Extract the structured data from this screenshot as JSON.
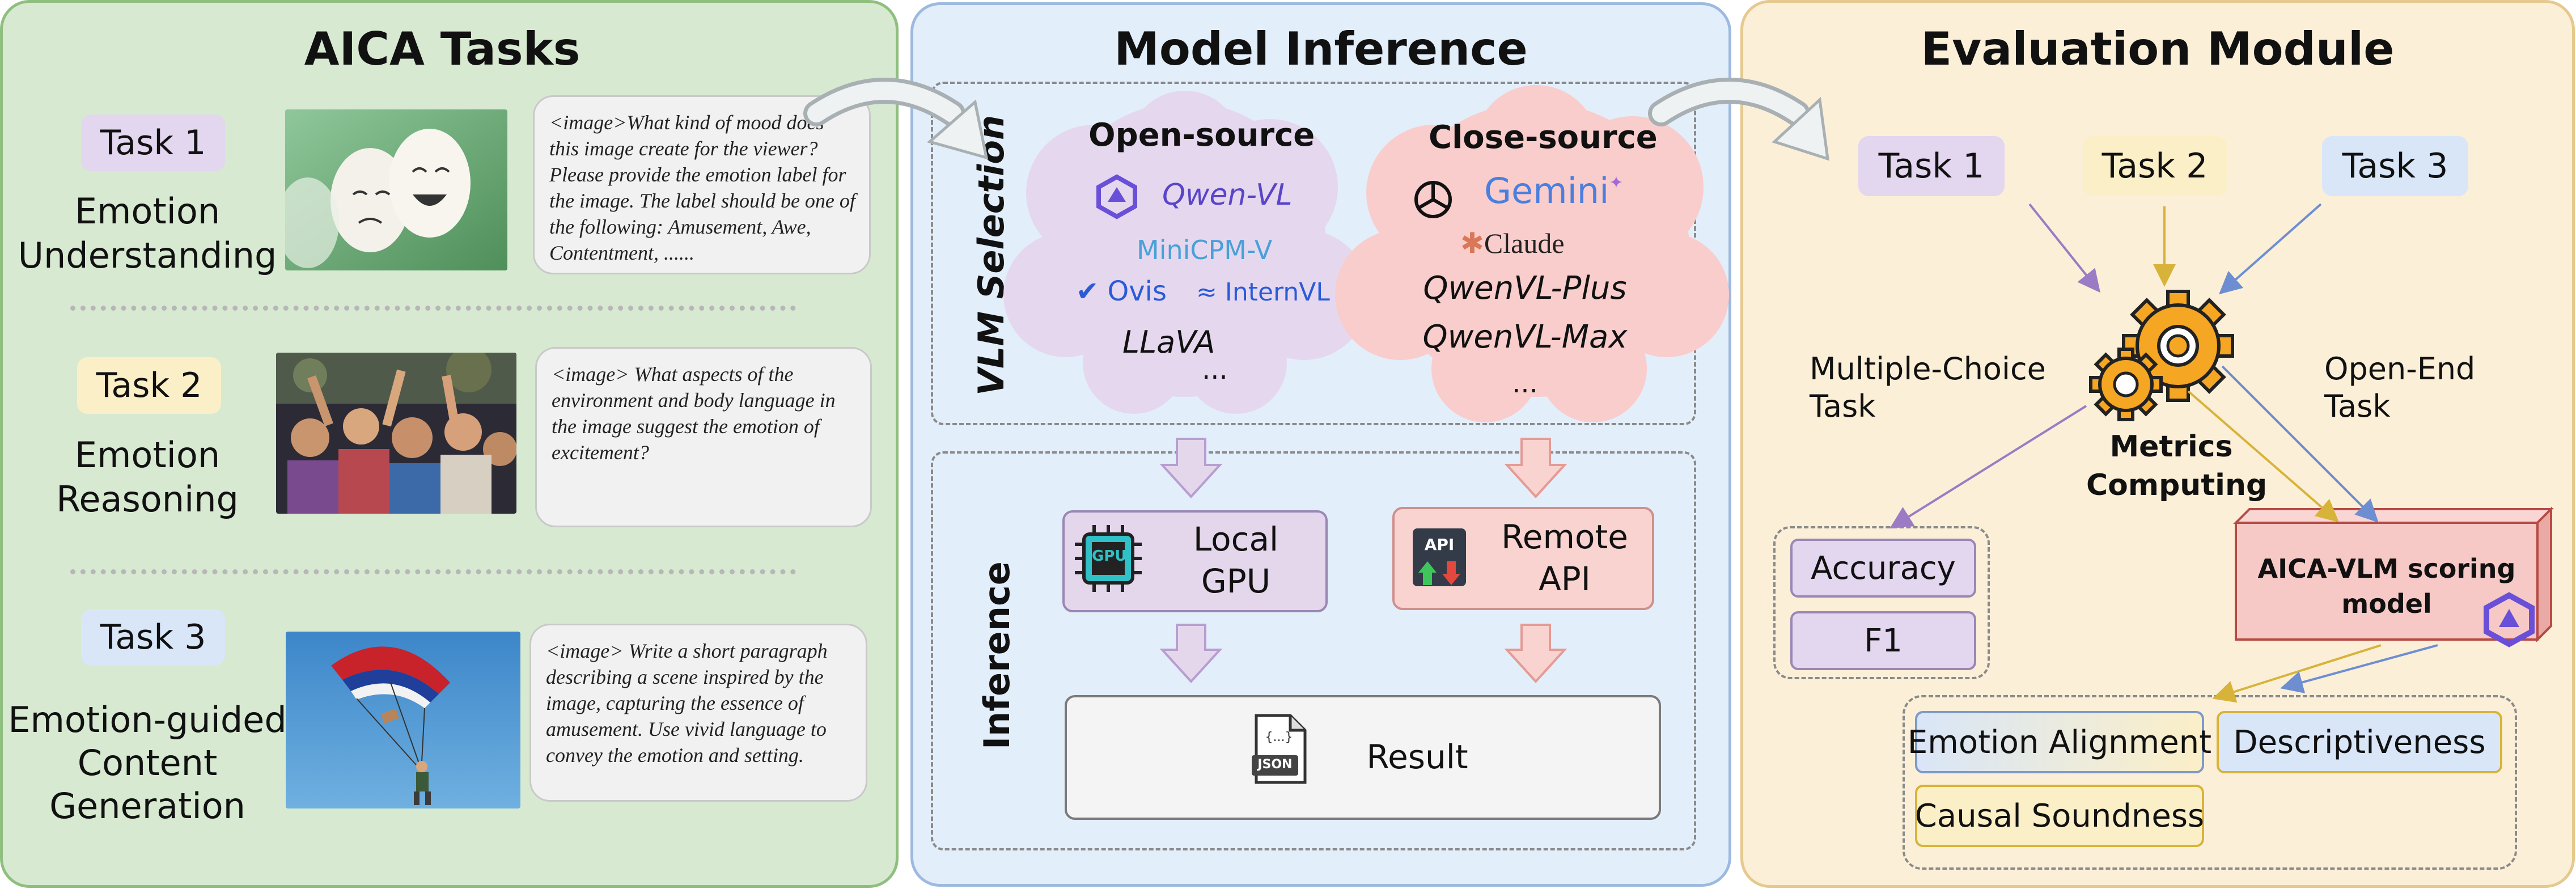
{
  "colors": {
    "left_panel_bg": "#d7e9d1",
    "left_panel_border": "#8fbf7f",
    "mid_panel_bg": "#e3eefb",
    "mid_panel_border": "#9db9df",
    "right_panel_bg": "#fcefd8",
    "right_panel_border": "#e6c98e",
    "task1": "#e3d6ef",
    "task2": "#fbefc7",
    "task3": "#d9e6f8",
    "cloud_open": "#e5d8ee",
    "cloud_close": "#f9cdcc",
    "local_box": "#e4d7ec",
    "remote_box": "#f8d3d0",
    "scoring_box": "#f6c9c6",
    "arrow_purple": "#9b7bc4",
    "arrow_yellow": "#d8b33a",
    "arrow_blue": "#6d8ed1",
    "gear": "#f5a623"
  },
  "aica": {
    "title": "AICA Tasks",
    "tasks": [
      {
        "chip": "Task 1",
        "name": [
          "Emotion",
          "Understanding"
        ],
        "prompt": "<image>What kind of mood does this image create for the viewer? Please provide the emotion label for the image. The label should be one of the following: Amusement, Awe, Contentment, ......"
      },
      {
        "chip": "Task 2",
        "name": [
          "Emotion",
          "Reasoning"
        ],
        "prompt": "<image> What aspects of the environment and body language in the image suggest the emotion of excitement?"
      },
      {
        "chip": "Task 3",
        "name": [
          "Emotion-guided",
          "Content",
          "Generation"
        ],
        "prompt": "<image> Write a short paragraph describing a scene inspired by the image, capturing the essence of amusement. Use vivid language to convey the emotion and setting."
      }
    ]
  },
  "inference": {
    "title": "Model Inference",
    "vlm_selection_label": "VLM Selection",
    "inference_label": "Inference",
    "open_source": {
      "heading": "Open-source",
      "models": [
        "Qwen-VL",
        "MiniCPM-V",
        "Ovis",
        "InternVL",
        "LLaVA",
        "..."
      ]
    },
    "close_source": {
      "heading": "Close-source",
      "models": [
        "Gemini",
        "Claude",
        "QwenVL-Plus",
        "QwenVL-Max",
        "..."
      ]
    },
    "local": {
      "icon_text": "GPU",
      "label": [
        "Local",
        "GPU"
      ]
    },
    "remote": {
      "icon_text": "API",
      "label": [
        "Remote",
        "API"
      ]
    },
    "result": {
      "icon_text": "JSON",
      "icon_braces": "{...}",
      "label": "Result"
    }
  },
  "evaluation": {
    "title": "Evaluation Module",
    "tasks": [
      "Task 1",
      "Task 2",
      "Task 3"
    ],
    "multiple_choice": [
      "Multiple-Choice",
      "Task"
    ],
    "open_end": [
      "Open-End",
      "Task"
    ],
    "metrics": [
      "Metrics",
      "Computing"
    ],
    "mc_metrics": [
      "Accuracy",
      "F1"
    ],
    "scoring_model": [
      "AICA-VLM scoring",
      "model"
    ],
    "oe_metrics": [
      "Emotion Alignment",
      "Descriptiveness",
      "Causal Soundness"
    ]
  }
}
